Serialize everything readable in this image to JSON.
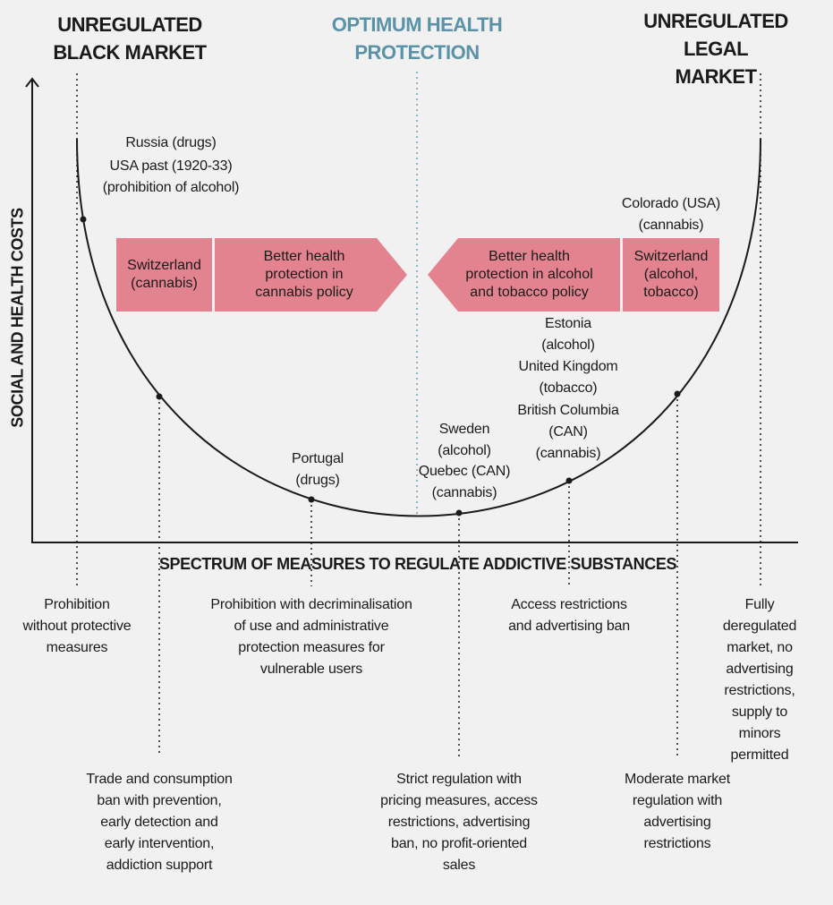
{
  "headers": {
    "left": "UNREGULATED\nBLACK MARKET",
    "center": "OPTIMUM HEALTH\nPROTECTION",
    "right": "UNREGULATED\nLEGAL MARKET"
  },
  "axes": {
    "y_label": "SOCIAL AND HEALTH COSTS",
    "x_label": "SPECTRUM OF MEASURES TO REGULATE ADDICTIVE SUBSTANCES"
  },
  "curve_labels": {
    "russia": "Russia (drugs)",
    "usa": "USA past (1920-33)\n(prohibition of alcohol)",
    "colorado": "Colorado (USA)\n(cannabis)",
    "estonia": "Estonia\n(alcohol)",
    "uk": "United Kingdom\n(tobacco)",
    "bc": "British Columbia\n(CAN)\n(cannabis)",
    "sweden": "Sweden\n(alcohol)",
    "quebec": "Quebec (CAN)\n(cannabis)",
    "portugal": "Portugal\n(drugs)"
  },
  "boxes": {
    "left_country": "Switzerland\n(cannabis)",
    "left_arrow": "Better health\nprotection in\ncannabis policy",
    "right_arrow": "Better health\nprotection in alcohol\nand tobacco policy",
    "right_country": "Switzerland\n(alcohol,\ntobacco)"
  },
  "measures_top": {
    "m1": "Prohibition\nwithout protective\nmeasures",
    "m3": "Prohibition with decriminalisation\nof use and administrative\nprotection measures for\nvulnerable users",
    "m5": "Access restrictions\nand advertising ban",
    "m7": "Fully deregulated\nmarket, no\nadvertising\nrestrictions,\nsupply to minors\npermitted"
  },
  "measures_bottom": {
    "m2": "Trade and consumption\nban with prevention,\nearly detection and\nearly intervention,\naddiction support",
    "m4": "Strict regulation with\npricing measures, access\nrestrictions, advertising\nban, no profit-oriented\nsales",
    "m6": "Moderate market\nregulation with\nadvertising\nrestrictions"
  },
  "colors": {
    "pink": "#e3838f",
    "teal": "#5a93a8",
    "background": "#f1f1f1"
  }
}
